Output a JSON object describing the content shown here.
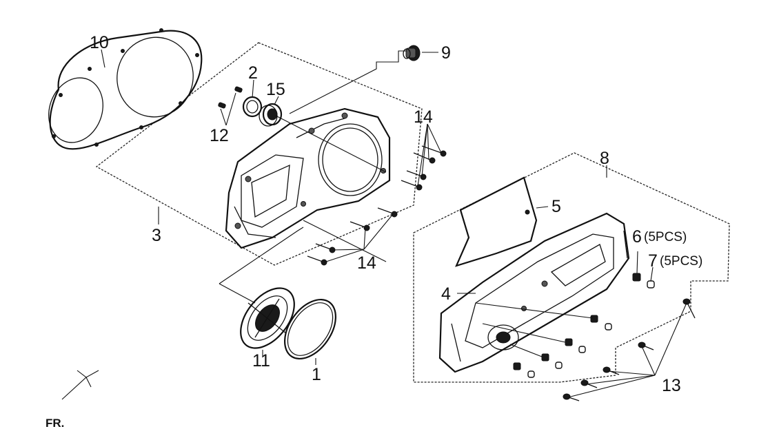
{
  "labels": {
    "n1": "1",
    "n2": "2",
    "n3": "3",
    "n4": "4",
    "n5": "5",
    "n6": "6",
    "n6q": "(5PCS)",
    "n7": "7",
    "n7q": "(5PCS)",
    "n8": "8",
    "n9": "9",
    "n10": "10",
    "n11": "11",
    "n12": "12",
    "n13": "13",
    "n14a": "14",
    "n14b": "14",
    "n15": "15"
  },
  "direction_marker": "FR."
}
